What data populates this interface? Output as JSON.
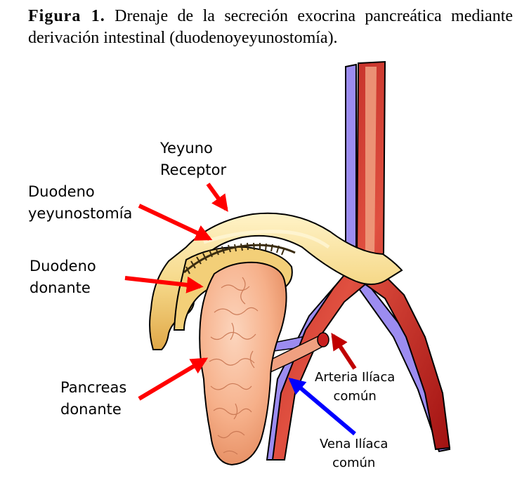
{
  "caption": {
    "label": "Figura 1.",
    "text": "Drenaje de la secreción exocrina pancreática mediante derivación intestinal (duodenoyeyunostomía)."
  },
  "labels": {
    "yeyuno": "Yeyuno\nReceptor",
    "duodenoyeyunostomia": "Duodeno\nyeyunostomía",
    "duodeno_donante": "Duodeno\ndonante",
    "pancreas": "Pancreas\ndonante",
    "arteria": "Arteria Ilíaca\ncomún",
    "vena": "Vena Ilíaca\ncomún"
  },
  "colors": {
    "arrow_red": "#ff0000",
    "arrow_darkred": "#c00000",
    "arrow_blue": "#0000ff",
    "artery": "#c81e1e",
    "vein": "#9c8cf0",
    "intestine": "#f6d98a",
    "pancreas": "#f7b38f"
  }
}
